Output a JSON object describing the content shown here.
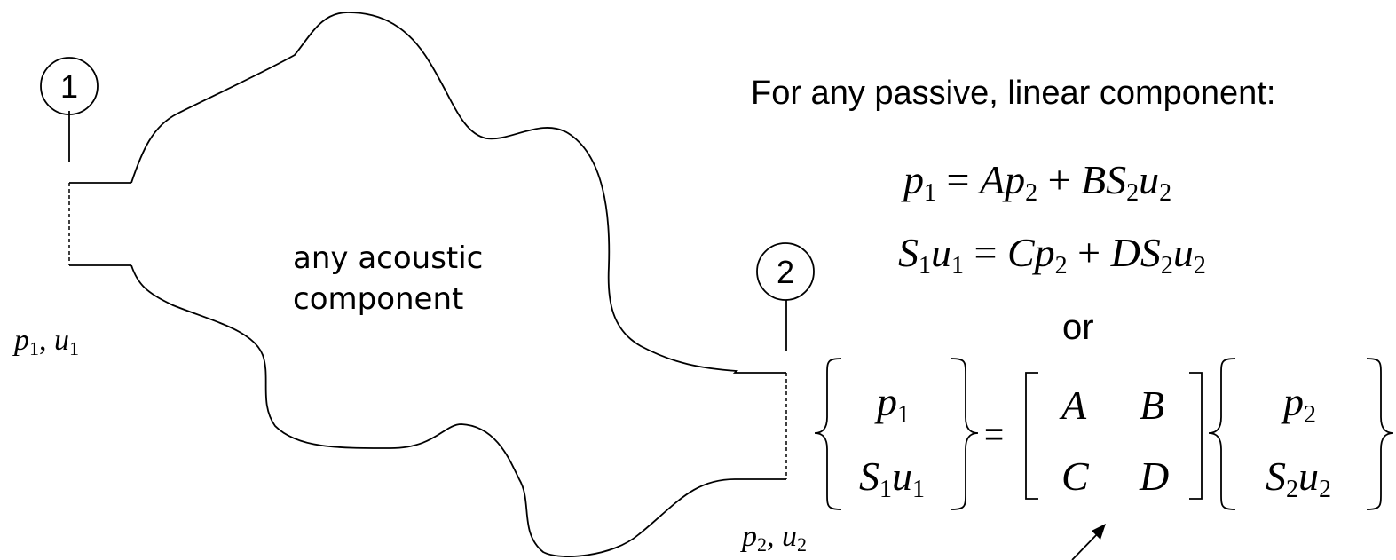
{
  "ports": {
    "port1": {
      "label": "1",
      "vars_p": "p",
      "vars_p_sub": "1",
      "vars_sep": ", ",
      "vars_u": "u",
      "vars_u_sub": "1"
    },
    "port2": {
      "label": "2",
      "vars_p": "p",
      "vars_p_sub": "2",
      "vars_sep": ", ",
      "vars_u": "u",
      "vars_u_sub": "2"
    }
  },
  "component": {
    "line1": "any acoustic",
    "line2": "component"
  },
  "heading": "For any passive, linear component:",
  "equations": {
    "eq1": {
      "lhs_p": "p",
      "lhs_p_sub": "1",
      "eq": " = ",
      "A": "A",
      "p2": "p",
      "p2_sub": "2",
      "plus": " + ",
      "B": "B",
      "S": "S",
      "S_sub": "2",
      "u": "u",
      "u_sub": "2"
    },
    "eq2": {
      "S1": "S",
      "S1_sub": "1",
      "u1": "u",
      "u1_sub": "1",
      "eq": " = ",
      "C": "C",
      "p2": "p",
      "p2_sub": "2",
      "plus": " + ",
      "D": "D",
      "S": "S",
      "S_sub": "2",
      "u": "u",
      "u_sub": "2"
    },
    "or": "or"
  },
  "matrix_eq": {
    "left_vec": {
      "top": "p",
      "top_sub": "1",
      "bot_S": "S",
      "bot_S_sub": "1",
      "bot_u": "u",
      "bot_u_sub": "1"
    },
    "equals": "=",
    "matrix": {
      "a": "A",
      "b": "B",
      "c": "C",
      "d": "D"
    },
    "right_vec": {
      "top": "p",
      "top_sub": "2",
      "bot_S": "S",
      "bot_S_sub": "2",
      "bot_u": "u",
      "bot_u_sub": "2"
    }
  }
}
